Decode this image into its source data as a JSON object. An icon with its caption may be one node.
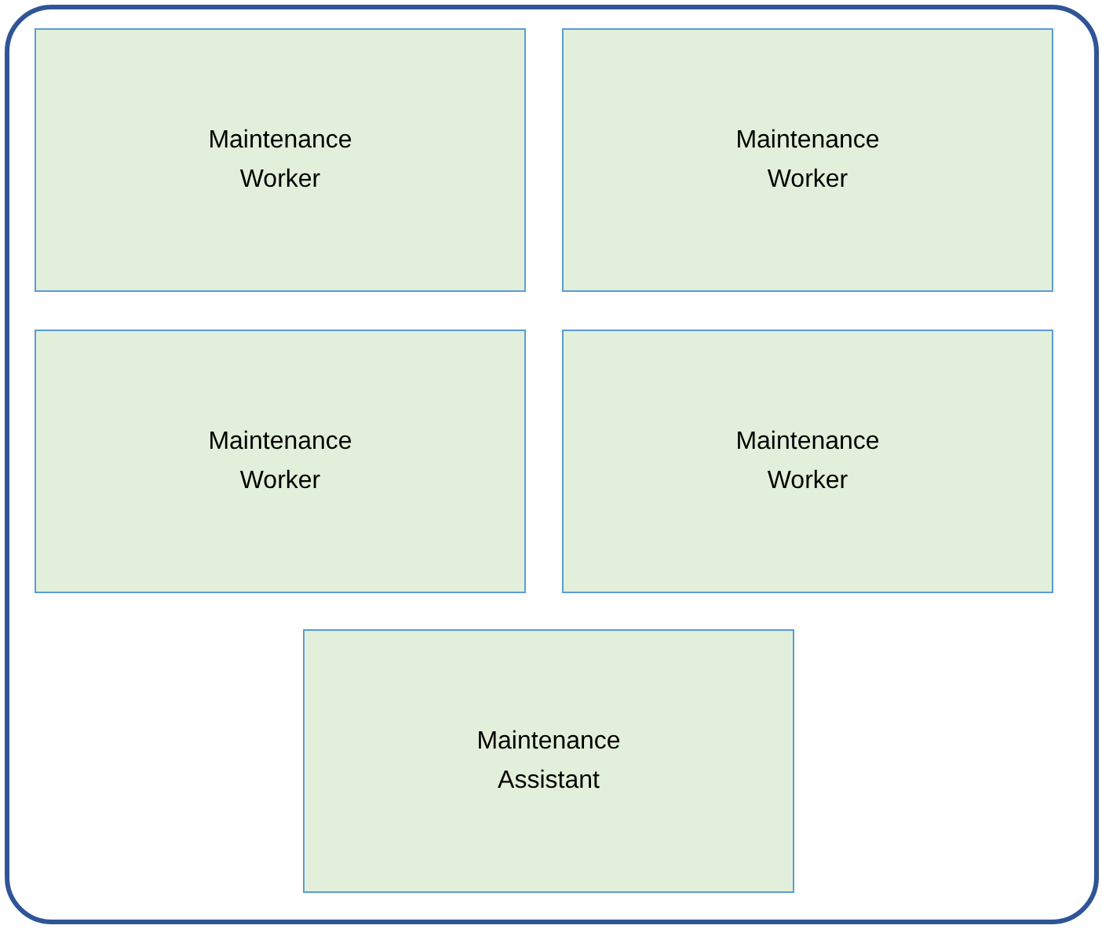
{
  "diagram": {
    "nodes": [
      {
        "text": [],
        "shape": "box"
      },
      {
        "text": [
          "Maintenance Worker"
        ],
        "in": 0
      },
      {
        "text": [
          "Maintenance Worker"
        ],
        "in": 0
      },
      {
        "text": [
          "Maintenance Worker"
        ],
        "in": 0
      },
      {
        "text": [
          "Maintenance Worker"
        ],
        "in": 0
      },
      {
        "text": [
          "Maintenance Assistant"
        ],
        "in": 0
      }
    ]
  }
}
